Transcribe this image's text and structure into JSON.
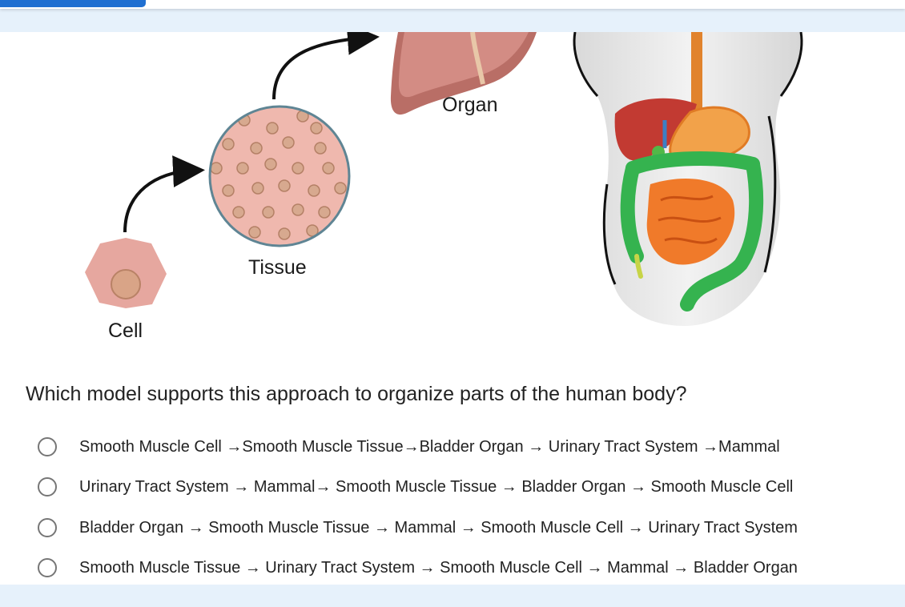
{
  "figure": {
    "labels": {
      "cell": "Cell",
      "tissue": "Tissue",
      "organ": "Organ"
    }
  },
  "question": {
    "text": "Which model supports this approach to organize parts of the human body?",
    "options": [
      "Smooth Muscle Cell →Smooth Muscle Tissue→Bladder Organ → Urinary Tract System →Mammal",
      "Urinary Tract System → Mammal→ Smooth Muscle Tissue → Bladder Organ → Smooth Muscle Cell",
      "Bladder Organ → Smooth Muscle Tissue → Mammal → Smooth Muscle Cell → Urinary Tract System",
      "Smooth Muscle Tissue → Urinary Tract System → Smooth Muscle Cell → Mammal → Bladder Organ"
    ]
  },
  "colors": {
    "accent": "#1f6fd1",
    "band": "#e6f1fb",
    "cell_fill": "#e8aaa2",
    "liver": "#c8453a",
    "intestine": "#f07a2a",
    "colon": "#2eb24a"
  }
}
